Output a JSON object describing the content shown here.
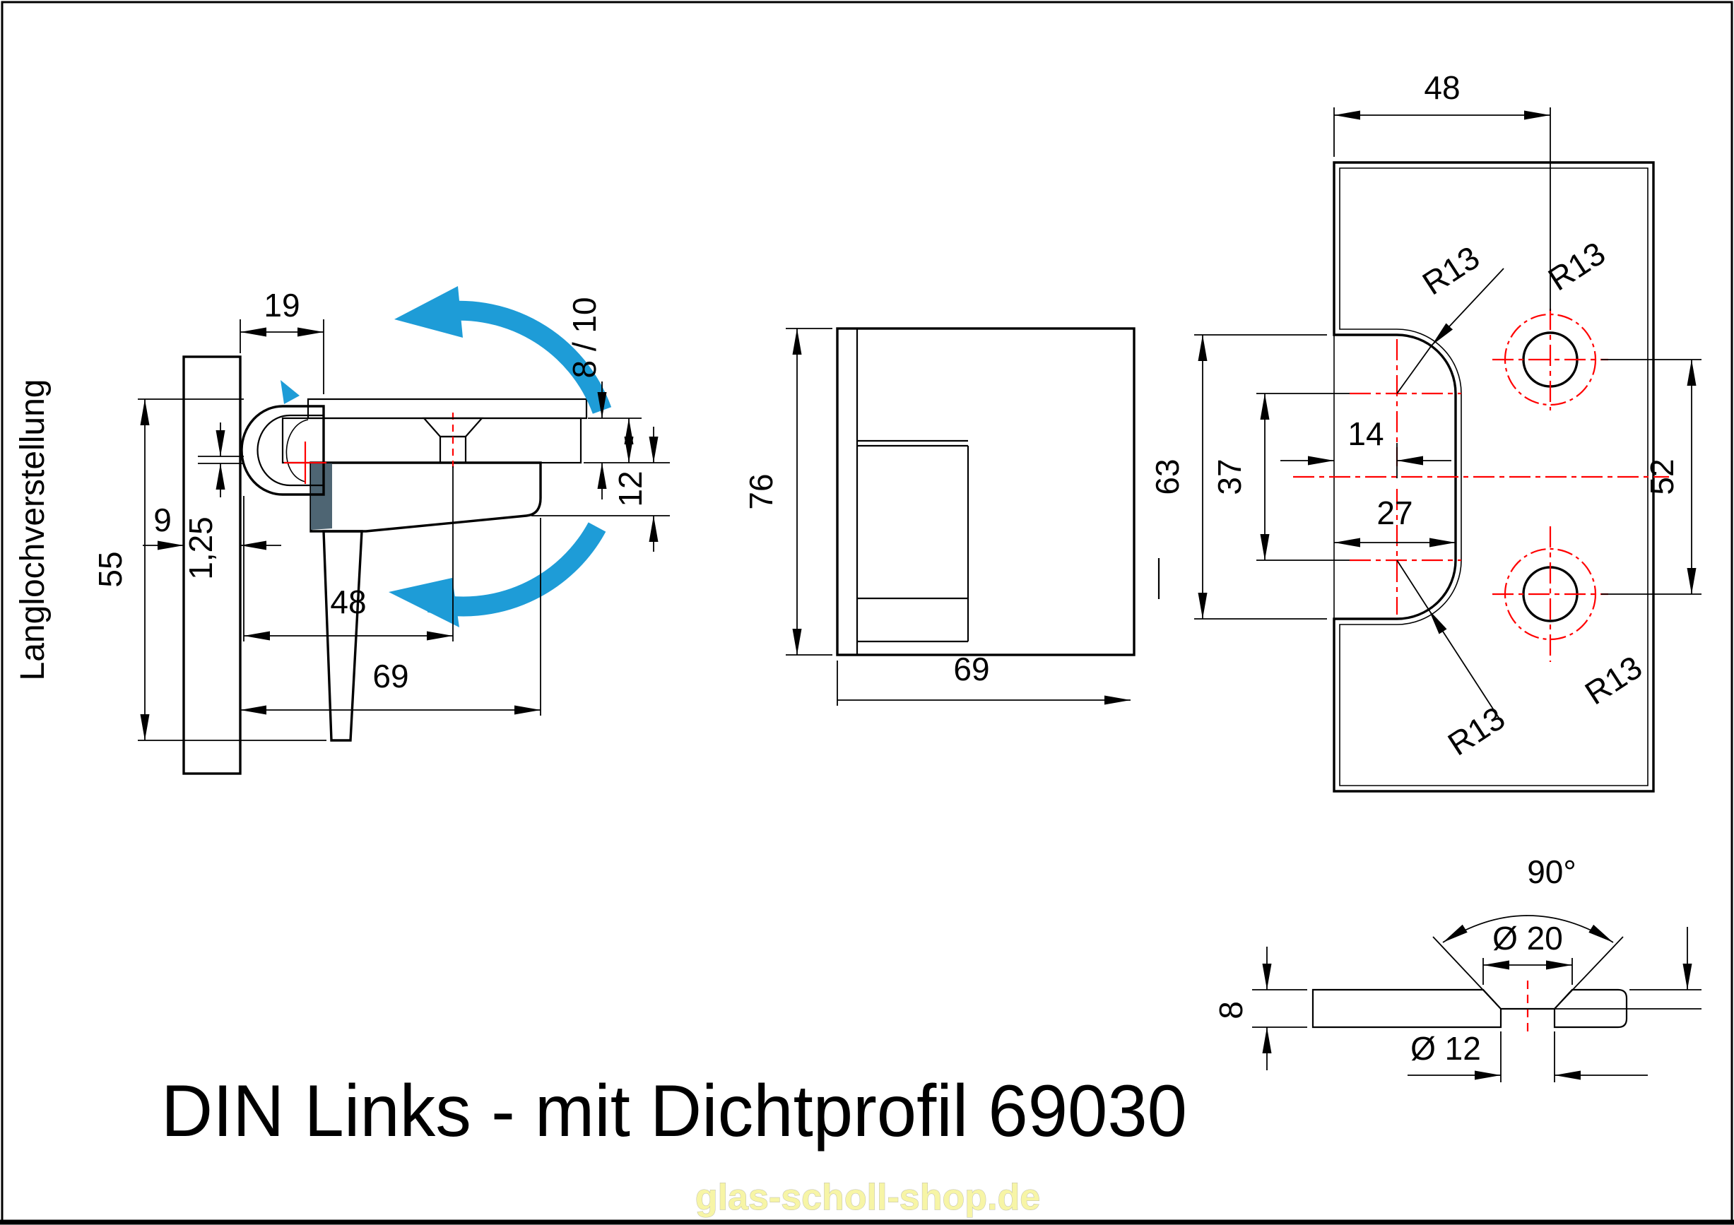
{
  "page": {
    "title": "DIN Links - mit Dichtprofil 69030",
    "watermark": "glas-scholl-shop.de",
    "background": "#ffffff",
    "border_color": "#000000"
  },
  "colors": {
    "rotation_arrow_blue": "#1e9cd7",
    "centerline_red": "#ff0000",
    "glass_cyan": "#c9f2f7",
    "metal_gray": "#b9c8cf",
    "wall_gray": "#c8c8c8",
    "watermark_yellow": "#f7f5a6"
  },
  "views": {
    "side_view": {
      "label": "Langlochverstellung",
      "dims": {
        "profile_width": "19",
        "glass_thickness": "8 / 10",
        "height": "55",
        "slot_adjustment": "1,25",
        "drop": "12",
        "wall_thickness": "9",
        "screw_distance": "48",
        "depth": "69"
      }
    },
    "front_view": {
      "dims": {
        "height": "76",
        "width": "69"
      }
    },
    "glass_panel_view": {
      "dims": {
        "hole_center_from_edge": "48",
        "notch_height": "63",
        "notch_straight": "37",
        "corner_center": "14",
        "notch_depth": "27",
        "hole_spacing": "52"
      },
      "radius_labels": [
        "R13",
        "R13",
        "R13",
        "R13"
      ]
    },
    "countersink_detail": {
      "dims": {
        "angle": "90°",
        "countersink_diameter": "Ø 20",
        "glass_thickness": "8",
        "hole_diameter": "Ø 12"
      }
    }
  }
}
